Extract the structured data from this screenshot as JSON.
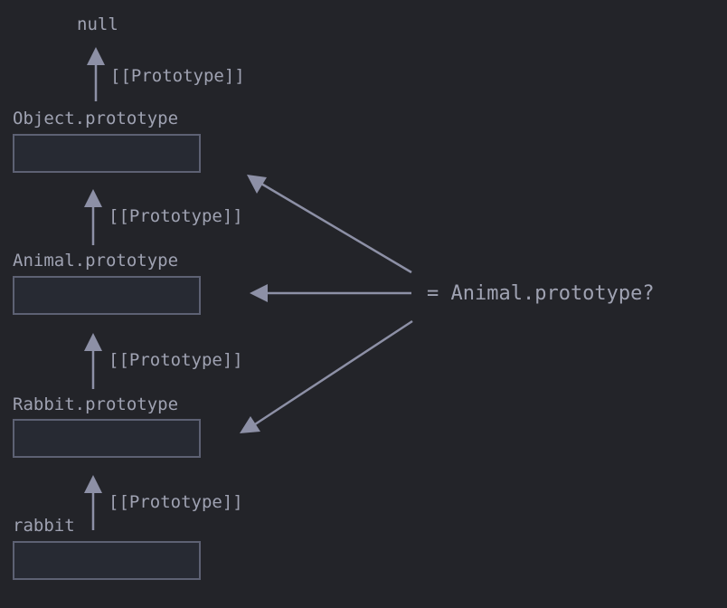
{
  "null_label": "null",
  "proto_label": "[[Prototype]]",
  "objects": [
    {
      "name": "Object.prototype"
    },
    {
      "name": "Animal.prototype"
    },
    {
      "name": "Rabbit.prototype"
    },
    {
      "name": "rabbit"
    }
  ],
  "question": "= Animal.prototype?",
  "colors": {
    "background": "#232429",
    "text": "#9fa2b2",
    "arrow": "#8d90a6",
    "box_fill": "#272a33",
    "box_stroke": "#5d6173"
  }
}
